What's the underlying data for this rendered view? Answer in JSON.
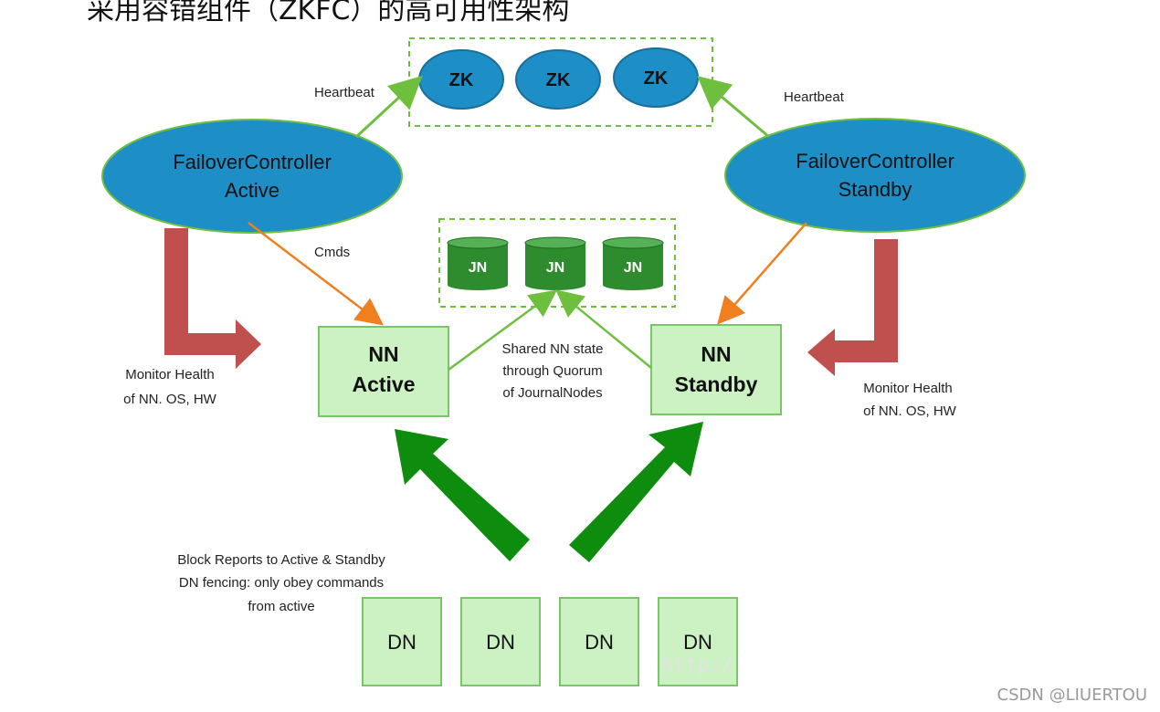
{
  "header": {
    "text": "采用容错组件（ZKFC）的高可用性架构"
  },
  "zookeeper": {
    "nodes": [
      "ZK",
      "ZK",
      "ZK"
    ],
    "fill": "#1e8fc6"
  },
  "failover": {
    "active": {
      "line1": "FailoverController",
      "line2": "Active"
    },
    "standby": {
      "line1": "FailoverController",
      "line2": "Standby"
    }
  },
  "labels": {
    "heartbeat_left": "Heartbeat",
    "heartbeat_right": "Heartbeat",
    "cmds": "Cmds",
    "monitor_left": [
      "Monitor Health",
      "of NN. OS, HW"
    ],
    "monitor_right": [
      "Monitor Health",
      "of NN. OS, HW"
    ],
    "shared": [
      "Shared NN state",
      "through Quorum",
      "of JournalNodes"
    ],
    "block_reports": [
      "Block Reports to Active & Standby",
      "DN fencing: only obey commands",
      "from active"
    ]
  },
  "journal": {
    "nodes": [
      "JN",
      "JN",
      "JN"
    ],
    "fill": "#2e8b2e"
  },
  "namenodes": {
    "active": {
      "line1": "NN",
      "line2": "Active"
    },
    "standby": {
      "line1": "NN",
      "line2": "Standby"
    }
  },
  "datanodes": [
    "DN",
    "DN",
    "DN",
    "DN"
  ],
  "faint_url": "http:/",
  "watermark": "CSDN @LIUERTOU",
  "colors": {
    "heartbeat_arrow": "#6fbf3f",
    "cmd_arrow": "#f07f1f",
    "monitor_arrow": "#c0504d",
    "block_arrow": "#0d8c0d",
    "box_fill": "#ccf2c4",
    "box_stroke": "#79c66a"
  }
}
